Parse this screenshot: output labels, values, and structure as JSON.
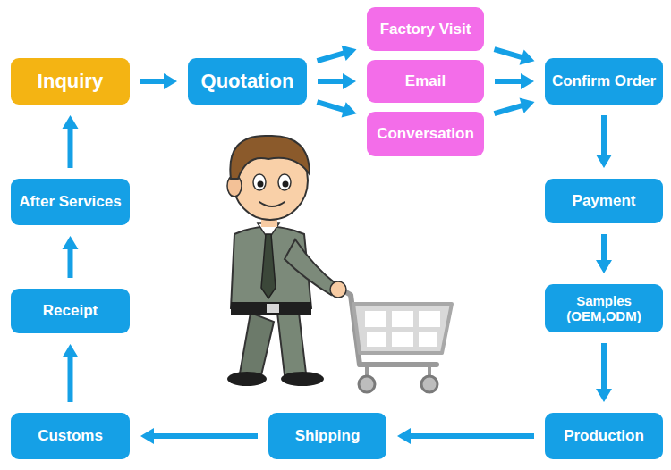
{
  "diagram": {
    "nodes": [
      {
        "text": [
          "Inquiry"
        ]
      },
      {
        "text": [
          "Quotation"
        ]
      },
      {
        "text": [
          "Factory Visit"
        ]
      },
      {
        "text": [
          "Email"
        ]
      },
      {
        "text": [
          "Conversation"
        ]
      },
      {
        "text": [
          "Confirm Order"
        ]
      },
      {
        "text": [
          "Payment"
        ]
      },
      {
        "text": [
          "Samples (OEM,ODM)"
        ]
      },
      {
        "text": [
          "Production"
        ]
      },
      {
        "text": [
          "Shipping"
        ]
      },
      {
        "text": [
          "Customs"
        ]
      },
      {
        "text": [
          "Receipt"
        ]
      },
      {
        "text": [
          "After Services"
        ]
      }
    ],
    "edges": [
      {
        "from": 0,
        "to": 1,
        "arrow": "to"
      },
      {
        "from": 1,
        "to": 2,
        "arrow": "to"
      },
      {
        "from": 1,
        "to": 3,
        "arrow": "to"
      },
      {
        "from": 1,
        "to": 4,
        "arrow": "to"
      },
      {
        "from": 2,
        "to": 5,
        "arrow": "to"
      },
      {
        "from": 3,
        "to": 5,
        "arrow": "to"
      },
      {
        "from": 4,
        "to": 5,
        "arrow": "to"
      },
      {
        "from": 5,
        "to": 6,
        "arrow": "to"
      },
      {
        "from": 6,
        "to": 7,
        "arrow": "to"
      },
      {
        "from": 7,
        "to": 8,
        "arrow": "to"
      },
      {
        "from": 8,
        "to": 9,
        "arrow": "to"
      },
      {
        "from": 9,
        "to": 10,
        "arrow": "to"
      },
      {
        "from": 10,
        "to": 11,
        "arrow": "to"
      },
      {
        "from": 11,
        "to": 12,
        "arrow": "to"
      },
      {
        "from": 12,
        "to": 0,
        "arrow": "to"
      }
    ]
  }
}
